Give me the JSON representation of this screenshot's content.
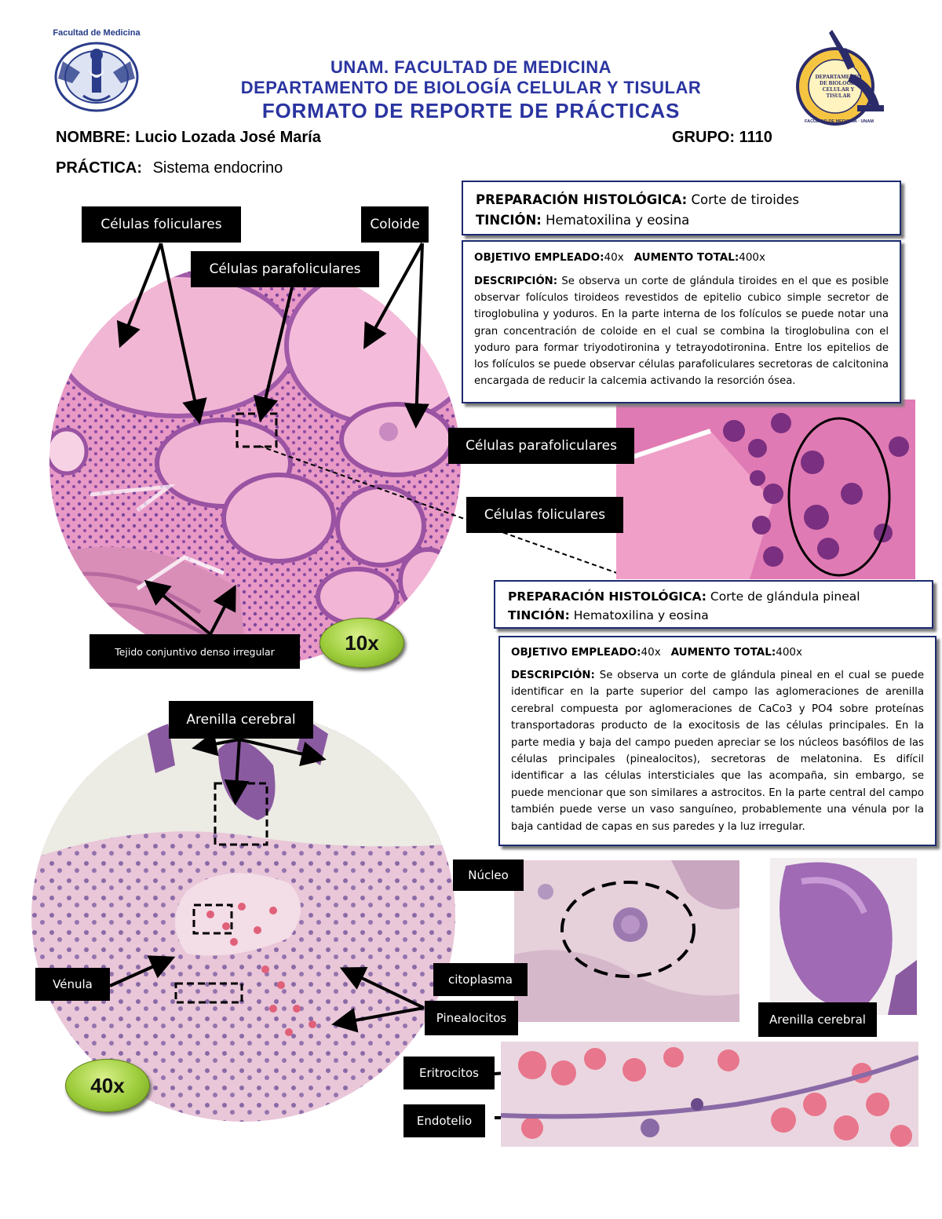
{
  "header": {
    "institution_label": "Facultad de Medicina",
    "line1": "UNAM. FACULTAD DE MEDICINA",
    "line2": "DEPARTAMENTO DE BIOLOGÍA CELULAR Y TISULAR",
    "line3": "FORMATO DE REPORTE DE PRÁCTICAS",
    "dept_logo_text": [
      "DEPARTAMENTO",
      "DE BIOLOGÍA",
      "CELULAR Y",
      "TISULAR"
    ],
    "dept_logo_ring": "FACULTAD DE MEDICINA · UNAM"
  },
  "student": {
    "name_label": "NOMBRE:",
    "name_value": "Lucio Lozada José María",
    "group_label": "GRUPO:",
    "group_value": "1110",
    "practice_label": "PRÁCTICA:",
    "practice_value": "Sistema endocrino"
  },
  "thyroid": {
    "prep_label": "PREPARACIÓN HISTOLÓGICA:",
    "prep_value": "Corte de tiroides",
    "stain_label": "TINCIÓN:",
    "stain_value": "Hematoxilina y eosina",
    "objective_label": "OBJETIVO EMPLEADO:",
    "objective_value": "40x",
    "total_label": "AUMENTO TOTAL:",
    "total_value": "400x",
    "desc_label": "DESCRIPCIÓN:",
    "desc_value": "Se observa un corte de glándula tiroides en el que es posible observar folículos tiroideos revestidos de epitelio cubico simple secretor de tiroglobulina y yoduros. En la parte interna de los folículos se puede notar una gran concentración de coloide en el cual se combina la tiroglobulina con el yoduro para formar triyodotironina y tetrayodotironina. Entre los epitelios de los folículos se puede observar células parafoliculares secretoras de calcitonina encargada de reducir la calcemia activando la resorción ósea.",
    "magnification": "10x",
    "labels": {
      "follicular": "Células foliculares",
      "parafollicular": "Células parafoliculares",
      "colloid": "Coloide",
      "connective": "Tejido conjuntivo denso irregular",
      "zoom_parafollicular": "Células parafoliculares",
      "zoom_follicular": "Células foliculares"
    }
  },
  "pineal": {
    "prep_label": "PREPARACIÓN HISTOLÓGICA:",
    "prep_value": "Corte de glándula pineal",
    "stain_label": "TINCIÓN:",
    "stain_value": "Hematoxilina y eosina",
    "objective_label": "OBJETIVO EMPLEADO:",
    "objective_value": "40x",
    "total_label": "AUMENTO TOTAL:",
    "total_value": "400x",
    "desc_label": "DESCRIPCIÓN:",
    "desc_value": "Se observa un corte de glándula pineal en el cual se puede identificar en la parte superior del campo las aglomeraciones de arenilla cerebral compuesta por aglomeraciones de CaCo3 y PO4 sobre proteínas transportadoras producto de la exocitosis de las células principales. En la parte media y baja del campo pueden apreciar se los núcleos basófilos de las células principales (pinealocitos), secretoras de melatonina. Es difícil identificar a las células intersticiales que las acompaña, sin embargo, se puede mencionar que son similares a astrocitos. En la parte central del campo también puede verse un vaso sanguíneo, probablemente una vénula por la baja cantidad de capas en sus paredes y la luz irregular.",
    "magnification": "40x",
    "labels": {
      "brain_sand": "Arenilla cerebral",
      "venule": "Vénula",
      "nucleus": "Núcleo",
      "cytoplasm": "citoplasma",
      "pinealocytes": "Pinealocitos",
      "brain_sand_zoom": "Arenilla cerebral",
      "erythrocytes": "Eritrocitos",
      "endothelium": "Endotelio"
    }
  },
  "colors": {
    "title_blue": "#2a34a0",
    "box_border": "#1d2a70",
    "tissue_pink": "#ee9fc8",
    "nuclei_purple": "#5a2a80",
    "magnification_green": "#9ccc3a"
  }
}
